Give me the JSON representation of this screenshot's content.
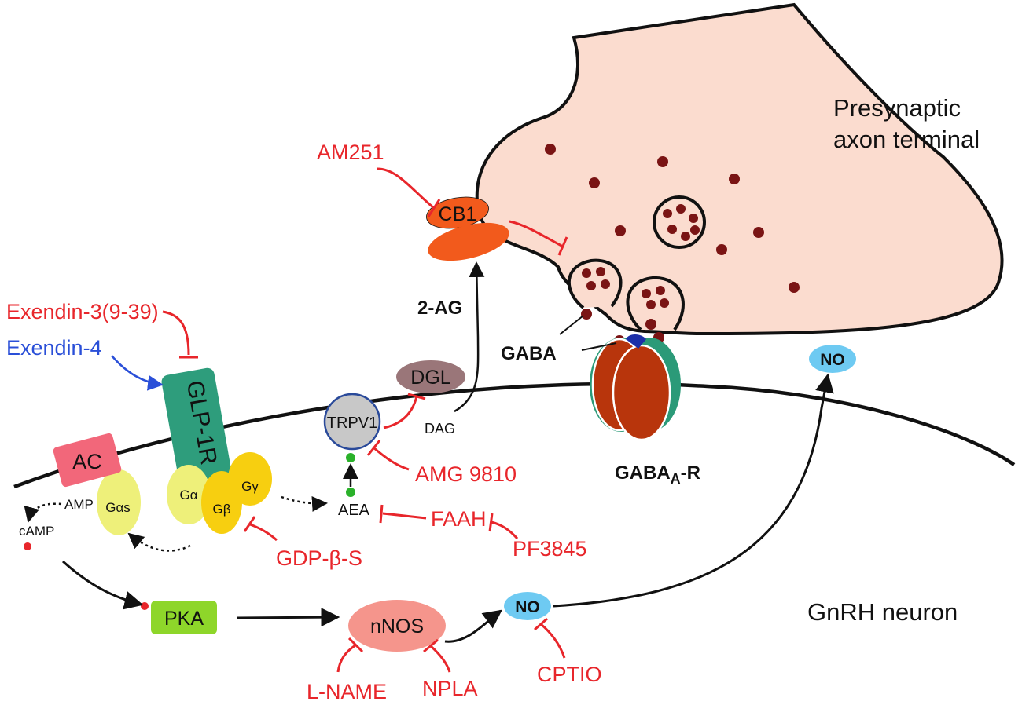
{
  "terminal": {
    "line1": "Presynaptic",
    "line2": "axon terminal"
  },
  "neuron_label": "GnRH neuron",
  "receptors": {
    "cb1": "CB1",
    "glp1r": "GLP-1R",
    "trpv1": "TRPV1",
    "dgl": "DGL",
    "gaba_a_main": "GABA",
    "gaba_a_sub": "A",
    "gaba_a_suffix": "-R"
  },
  "molecules": {
    "two_ag": "2-AG",
    "gaba": "GABA",
    "dag": "DAG",
    "aea": "AEA",
    "amp": "AMP",
    "camp": "cAMP",
    "no_top": "NO",
    "no_bottom": "NO"
  },
  "signaling": {
    "ac": "AC",
    "gas": "Gαs",
    "ga": "Gα",
    "gb": "Gβ",
    "gy": "Gγ",
    "pka": "PKA",
    "faah": "FAAH",
    "nnos": "nNOS"
  },
  "inhibitors": {
    "am251": "AM251",
    "exendin3": "Exendin-3(9-39)",
    "amg9810": "AMG 9810",
    "pf3845": "PF3845",
    "gdpbs": "GDP-β-S",
    "lname": "L-NAME",
    "npla": "NPLA",
    "cptio": "CPTIO"
  },
  "agonists": {
    "exendin4": "Exendin-4"
  },
  "colors": {
    "terminal_fill": "#fbdccf",
    "vesicle": "#7a1414",
    "cb1": "#f25a1c",
    "inhibitor_red": "#e8262b",
    "agonist_blue": "#2a4fd8",
    "glp1r": "#2e9d7c",
    "dgl": "#9a7679",
    "trpv1": "#c8c8c8",
    "gaba_a_red": "#b8350c",
    "gaba_a_green": "#2b9a78",
    "gaba_site": "#1c2fa8",
    "ac": "#f2677a",
    "gas": "#eef07a",
    "g_protein": "#f7cf10",
    "pka": "#8ed62a",
    "nnos": "#f5958c",
    "no": "#6ecaf2",
    "aea_dot": "#2ab12a"
  }
}
